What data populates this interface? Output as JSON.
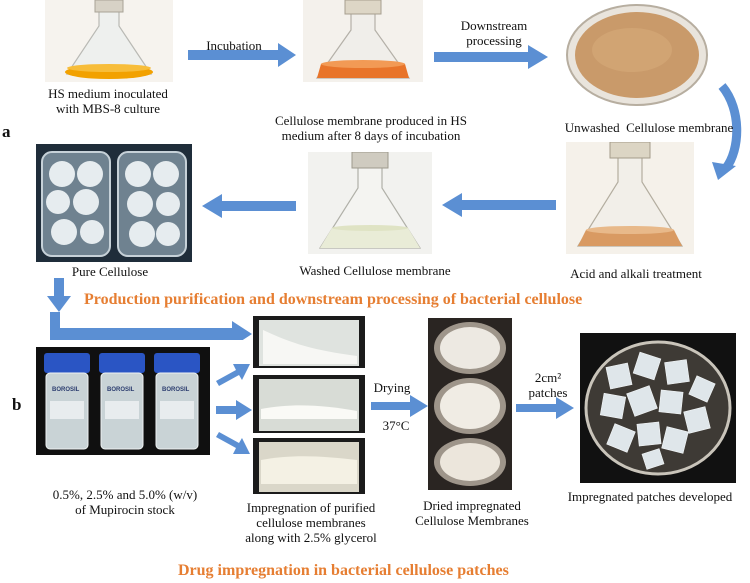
{
  "panels": {
    "a": "a",
    "b": "b"
  },
  "section_a": {
    "title": "Production purification and downstream processing of bacterial cellulose",
    "steps": {
      "hs_medium": "HS medium inoculated\nwith MBS-8 culture",
      "incubation": "Incubation",
      "membrane_hs": "Cellulose membrane produced in HS\nmedium after 8 days of incubation",
      "downstream": "Downstream\nprocessing",
      "unwashed": "Unwashed  Cellulose membrane",
      "acid_alkali": "Acid and alkali treatment",
      "washed": "Washed Cellulose membrane",
      "pure": "Pure Cellulose"
    }
  },
  "section_b": {
    "title": "Drug impregnation in bacterial cellulose patches",
    "steps": {
      "stock": "0.5%, 2.5% and 5.0% (w/v)\nof Mupirocin stock",
      "impregnation": "Impregnation of purified\ncellulose membranes\nalong with 2.5% glycerol",
      "drying": "Drying",
      "temperature": "37°C",
      "dried": "Dried impregnated\nCellulose Membranes",
      "patch_size": "2cm²\npatches",
      "patches": "Impregnated patches developed"
    },
    "bottle_label": "BOROSIL"
  },
  "colors": {
    "arrow": "#5b8fd3",
    "title": "#e67e32",
    "medium": "#f2a100",
    "membrane_brown": "#c78a52",
    "bottle_cap": "#2a55c4"
  }
}
